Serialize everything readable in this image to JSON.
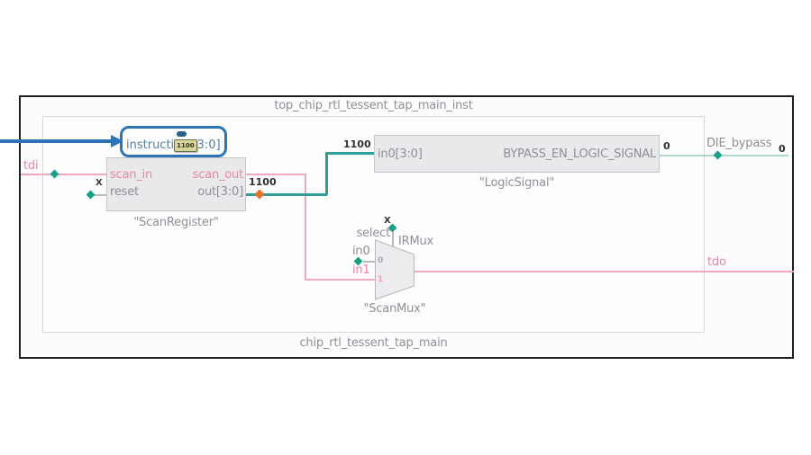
{
  "colors": {
    "accent_blue": "#2b74b8",
    "pink_label": "#e886a6",
    "pink_wire": "#f0a9c2",
    "teal_bus_wire": "#2f9e98",
    "light_teal_wire": "#aed9cb",
    "connector_green": "#18a189",
    "connector_orange": "#e2762a",
    "gray_label": "#8e9097",
    "value_text": "#2f2f2f",
    "badge_yellow": "#d9d69b"
  },
  "hierarchy": {
    "outer_title": "top_chip_rtl_tessent_tap_main_inst",
    "inner_title": "chip_rtl_tessent_tap_main"
  },
  "top_ports": {
    "tdi": "tdi",
    "tdo": "tdo",
    "die_bypass": "DIE_bypass",
    "die_bypass_value": "0"
  },
  "instruction_overlay": {
    "text_pre": "instructi",
    "value_badge": "1100",
    "text_post": "3:0]"
  },
  "scan_register": {
    "module_label": "\"ScanRegister\"",
    "scan_in": "scan_in",
    "reset": "reset",
    "scan_out": "scan_out",
    "out": "out[3:0]",
    "reset_value": "X",
    "out_value": "1100"
  },
  "logic_signal": {
    "module_label": "\"LogicSignal\"",
    "in0": "in0[3:0]",
    "bypass": "BYPASS_EN_LOGIC_SIGNAL",
    "in_value": "1100",
    "out_value": "0"
  },
  "scan_mux": {
    "module_label": "\"ScanMux\"",
    "instance_label": "IRMux",
    "select": "select",
    "in0": "in0",
    "in1": "in1",
    "select_value": "X",
    "pin0": "0",
    "pin1": "1"
  }
}
